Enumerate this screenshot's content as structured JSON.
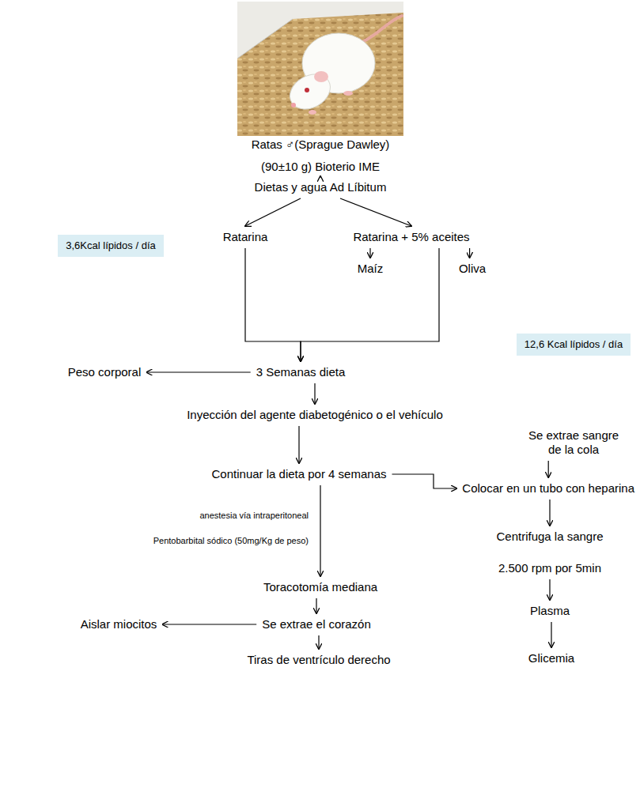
{
  "diagram": {
    "nodes": [
      {
        "text": [
          "Ratas ♂(Sprague Dawley)",
          "(90±10 g) Bioterio IME"
        ]
      },
      {
        "text": [
          "Dietas y agua Ad Líbitum"
        ]
      },
      {
        "text": [
          "Ratarina"
        ]
      },
      {
        "text": [
          "Ratarina + 5% aceites"
        ]
      },
      {
        "text": [
          "3,6Kcal lípidos / día"
        ]
      },
      {
        "text": [
          "Maíz"
        ]
      },
      {
        "text": [
          "Oliva"
        ]
      },
      {
        "text": [
          "12,6 Kcal lípidos / día"
        ]
      },
      {
        "text": [
          "Peso corporal"
        ]
      },
      {
        "text": [
          "3 Semanas dieta"
        ]
      },
      {
        "text": [
          "Inyección del  agente diabetogénico o el vehículo"
        ]
      },
      {
        "text": [
          "Se extrae sangre de la cola"
        ]
      },
      {
        "text": [
          "Continuar la dieta por 4 semanas"
        ]
      },
      {
        "text": [
          "Colocar en un tubo con heparina"
        ]
      },
      {
        "text": [
          "Centrifuga la sangre",
          "2.500 rpm por 5min"
        ]
      },
      {
        "text": [
          "Toracotomía mediana"
        ]
      },
      {
        "text": [
          "Plasma"
        ]
      },
      {
        "text": [
          "Aislar miocitos"
        ]
      },
      {
        "text": [
          "Se extrae el corazón"
        ]
      },
      {
        "text": [
          "Tiras de ventrículo derecho"
        ]
      },
      {
        "text": [
          "Glicemia"
        ]
      }
    ],
    "edges": [
      {
        "from": 0,
        "to": 1,
        "arrow": "to"
      },
      {
        "from": 1,
        "to": 2,
        "arrow": "to"
      },
      {
        "from": 1,
        "to": 3,
        "arrow": "to"
      },
      {
        "from": 3,
        "to": 5,
        "arrow": "to"
      },
      {
        "from": 3,
        "to": 6,
        "arrow": "to"
      },
      {
        "from": 2,
        "to": 9,
        "arrow": "to"
      },
      {
        "from": 3,
        "to": 9,
        "arrow": "to"
      },
      {
        "from": 9,
        "to": 8,
        "arrow": "to"
      },
      {
        "from": 9,
        "to": 10,
        "arrow": "to"
      },
      {
        "from": 10,
        "to": 12,
        "arrow": "to"
      },
      {
        "from": 11,
        "to": 13,
        "arrow": "to"
      },
      {
        "from": 12,
        "to": 13,
        "arrow": "to"
      },
      {
        "from": 13,
        "to": 14,
        "arrow": "to"
      },
      {
        "from": 14,
        "to": 16,
        "arrow": "to"
      },
      {
        "from": 16,
        "to": 20,
        "arrow": "to"
      },
      {
        "from": 12,
        "to": 15,
        "arrow": "to"
      },
      {
        "from": 15,
        "to": 18,
        "arrow": "to"
      },
      {
        "from": 18,
        "to": 17,
        "arrow": "to"
      },
      {
        "from": 18,
        "to": 19,
        "arrow": "to"
      }
    ],
    "labels": [
      "anestesia vía intraperitoneal",
      "Pentobarbital sódico (50mg/Kg de peso)"
    ]
  }
}
